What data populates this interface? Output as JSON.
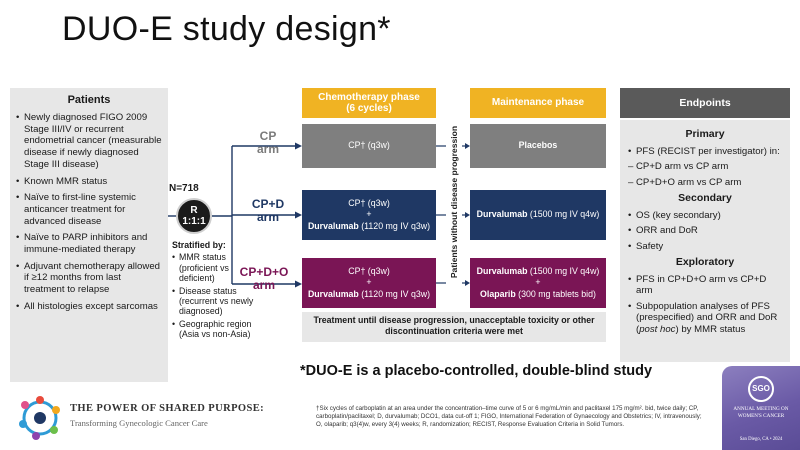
{
  "title": "DUO-E study design*",
  "patients": {
    "heading": "Patients",
    "items": [
      "Newly diagnosed FIGO 2009 Stage III/IV or recurrent endometrial cancer (measurable disease if newly diagnosed Stage III disease)",
      "Known MMR status",
      "Naïve to first-line systemic anticancer treatment for advanced disease",
      "Naïve to PARP inhibitors and immune-mediated therapy",
      "Adjuvant chemotherapy allowed if ≥12 months from last treatment to relapse",
      "All histologies except sarcomas"
    ]
  },
  "randomization": {
    "n": "N=718",
    "r": "R",
    "ratio": "1:1:1"
  },
  "stratified": {
    "heading": "Stratified by:",
    "items": [
      "MMR status (proficient vs deficient)",
      "Disease status (recurrent vs newly diagnosed)",
      "Geographic region (Asia vs non-Asia)"
    ]
  },
  "arms": {
    "cp": {
      "line1": "CP",
      "line2": "arm"
    },
    "cpd": {
      "line1": "CP+D",
      "line2": "arm"
    },
    "cpdo": {
      "line1": "CP+D+O",
      "line2": "arm"
    }
  },
  "phases": {
    "chemo": {
      "line1": "Chemotherapy phase",
      "line2": "(6 cycles)"
    },
    "maint": "Maintenance phase"
  },
  "chemo_boxes": {
    "cp": "CP† (q3w)",
    "cpd": {
      "a": "CP† (q3w)",
      "plus": "+",
      "drug": "Durvalumab",
      "dose": " (1120 mg IV q3w)"
    },
    "cpdo": {
      "a": "CP† (q3w)",
      "plus": "+",
      "drug": "Durvalumab",
      "dose": " (1120 mg IV q3w)"
    }
  },
  "maint_boxes": {
    "cp": "Placebos",
    "cpd": {
      "drug": "Durvalumab",
      "dose": " (1500 mg IV q4w)"
    },
    "cpdo": {
      "drug": "Durvalumab",
      "dose": " (1500 mg IV q4w)",
      "plus": "+",
      "drug2": "Olaparib",
      "dose2": " (300 mg tablets bid)"
    }
  },
  "vertical_text": "Patients without disease progression",
  "treatment_note": "Treatment until disease progression, unacceptable toxicity or other discontinuation criteria were met",
  "endpoints": {
    "heading": "Endpoints",
    "primary": {
      "heading": "Primary",
      "main": "PFS (RECIST per investigator) in:",
      "subs": [
        "CP+D arm vs CP arm",
        "CP+D+O arm vs CP arm"
      ]
    },
    "secondary": {
      "heading": "Secondary",
      "items": [
        "OS (key secondary)",
        "ORR and DoR",
        "Safety"
      ]
    },
    "exploratory": {
      "heading": "Exploratory",
      "item1": "PFS in CP+D+O arm vs CP+D arm",
      "item2_pre": "Subpopulation analyses of PFS (prespecified) and ORR and DoR (",
      "item2_italic": "post hoc",
      "item2_post": ") by MMR status"
    }
  },
  "blinded_statement": "*DUO-E is a placebo-controlled, double-blind study",
  "footnote": "†Six cycles of carboplatin at an area under the concentration–time curve of 5 or 6 mg/mL/min and paclitaxel 175 mg/m². bid, twice daily; CP, carboplatin/paclitaxel; D, durvalumab; DCO1, data cut-off 1; FIGO, International Federation of Gynaecology and Obstetrics; IV, intravenously; O, olaparib; q3(4)w, every 3(4) weeks; R, randomization; RECIST, Response Evaluation Criteria in Solid Tumors.",
  "branding": {
    "tagline": "THE POWER OF SHARED PURPOSE:",
    "subline": "Transforming Gynecologic Cancer Care",
    "sgo_mark": "SGO",
    "sgo_text": "ANNUAL MEETING ON WOMEN'S CANCER",
    "sgo_location": "San Diego, CA • 2024"
  },
  "colors": {
    "gold": "#f0b323",
    "grey_arm": "#7f7f7f",
    "navy_arm": "#1f3864",
    "plum_arm": "#7a1555",
    "panel_bg": "#e7e7e7"
  }
}
